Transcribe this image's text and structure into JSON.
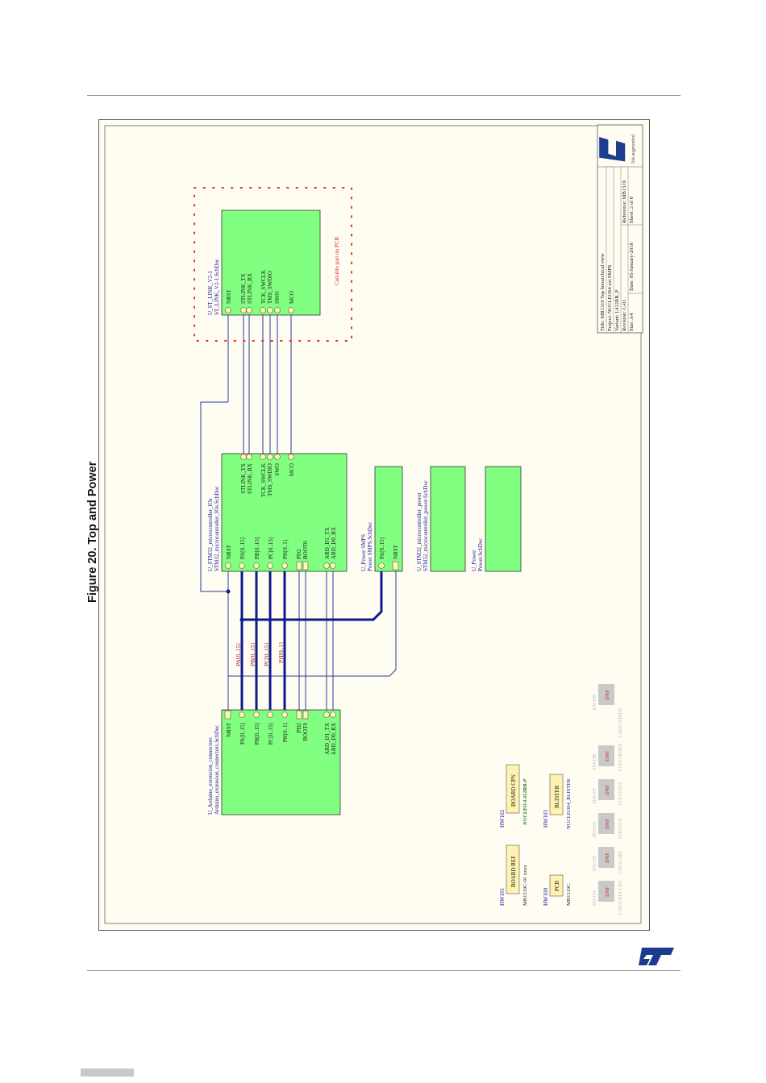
{
  "figure": {
    "caption": "Figure 20. Top and Power"
  },
  "schematic": {
    "stlink": {
      "designator": "U_ST_LINK_V2-1",
      "file": "ST_LINK_V2-1.SchDoc",
      "pins": [
        "NRST",
        "STLINK_TX",
        "STLINK_RX",
        "TCK_SWCLK",
        "TMS_SWDIO",
        "SWO",
        "MCO"
      ],
      "cuttable_note": "Cuttable part on PCB"
    },
    "mcu_ios": {
      "designator": "U_STM32_microcontroller_IOs",
      "file": "STM32_microcontroller_IOs.SchDoc",
      "left_pins": [
        "NRST",
        "PA[0..15]",
        "PB[0..15]",
        "PC[0..15]",
        "PH[0..1]",
        "PD2",
        "BOOT0",
        "ARD_D1_TX",
        "ARD_D0_RX"
      ],
      "right_pins": [
        "STLINK_TX",
        "STLINK_RX",
        "TCK_SWCLK",
        "TMS_SWDIO",
        "SWO",
        "MCO"
      ]
    },
    "arduino": {
      "designator": "U_Arduino_extension_connectors",
      "file": "Arduino_extension_connectors.SchDoc",
      "pins": [
        "NRST",
        "PA[0..15]",
        "PB[0..15]",
        "PC[0..15]",
        "PH[0..1]",
        "PD2",
        "BOOT0",
        "ARD_D1_TX",
        "ARD_D0_RX"
      ]
    },
    "power_smps": {
      "designator": "U_Power SMPS",
      "file": "Power SMPS.SchDoc",
      "pins": [
        "PA[0..15]",
        "NRST"
      ]
    },
    "mcu_power": {
      "designator": "U_STM32_microcontroller_power",
      "file": "STM32_microcontroller_power.SchDoc"
    },
    "power": {
      "designator": "U_Power",
      "file": "Power.SchDoc"
    },
    "bus_labels": [
      "PA[0..15]",
      "PB[0..15]",
      "PC[0..15]",
      "PH[0..1]"
    ],
    "hw": [
      {
        "ref": "HW101",
        "box": "BOARD REF",
        "value": "MB1319C-01 xxxx"
      },
      {
        "ref": "HW102",
        "box": "BOARD CPN",
        "value": "NUCLEO-L412RB-P"
      },
      {
        "ref": "HW100",
        "box": "PCB",
        "value": "MB1319C"
      },
      {
        "ref": "HW103",
        "box": "BLISTER",
        "value": "NUCLEO64_BLISTER"
      }
    ],
    "dnf": [
      {
        "ref": "HW104",
        "label": "DNF",
        "logo": "LOGO NUCLEO"
      },
      {
        "ref": "HW105",
        "label": "DNF",
        "logo": "LOGO ART"
      },
      {
        "ref": "HW106",
        "label": "DNF",
        "logo": "LOGO CE"
      },
      {
        "ref": "HW107",
        "label": "DNF",
        "logo": "LOGO FCC"
      },
      {
        "ref": "HW108",
        "label": "DNF",
        "logo": "LOGO ROHS"
      },
      {
        "ref": "HW109",
        "label": "DNF",
        "logo": "LOGO STM32"
      }
    ],
    "title_block": {
      "title": "Title:   MB1319 Top hierarchical view",
      "project": "Project:  NUCLEO64 ext SMPS",
      "variant": "Variant:  L412RB_P",
      "revision": "Revision:  C-01",
      "reference": "Reference:  MB1319",
      "size": "Size: A4",
      "date": "Date:  05-January-2018",
      "sheet": "Sheet:   2   of  8",
      "company": "life.augmented"
    }
  },
  "colors": {
    "block_fill": "#80ff80",
    "wire": "#2a3a9a",
    "bus": "#0d1a8c",
    "bus_label": "#a0182a",
    "cut_border": "#e03030",
    "hw_box": "#fff2b0",
    "logo_blue": "#1a3d8f"
  }
}
